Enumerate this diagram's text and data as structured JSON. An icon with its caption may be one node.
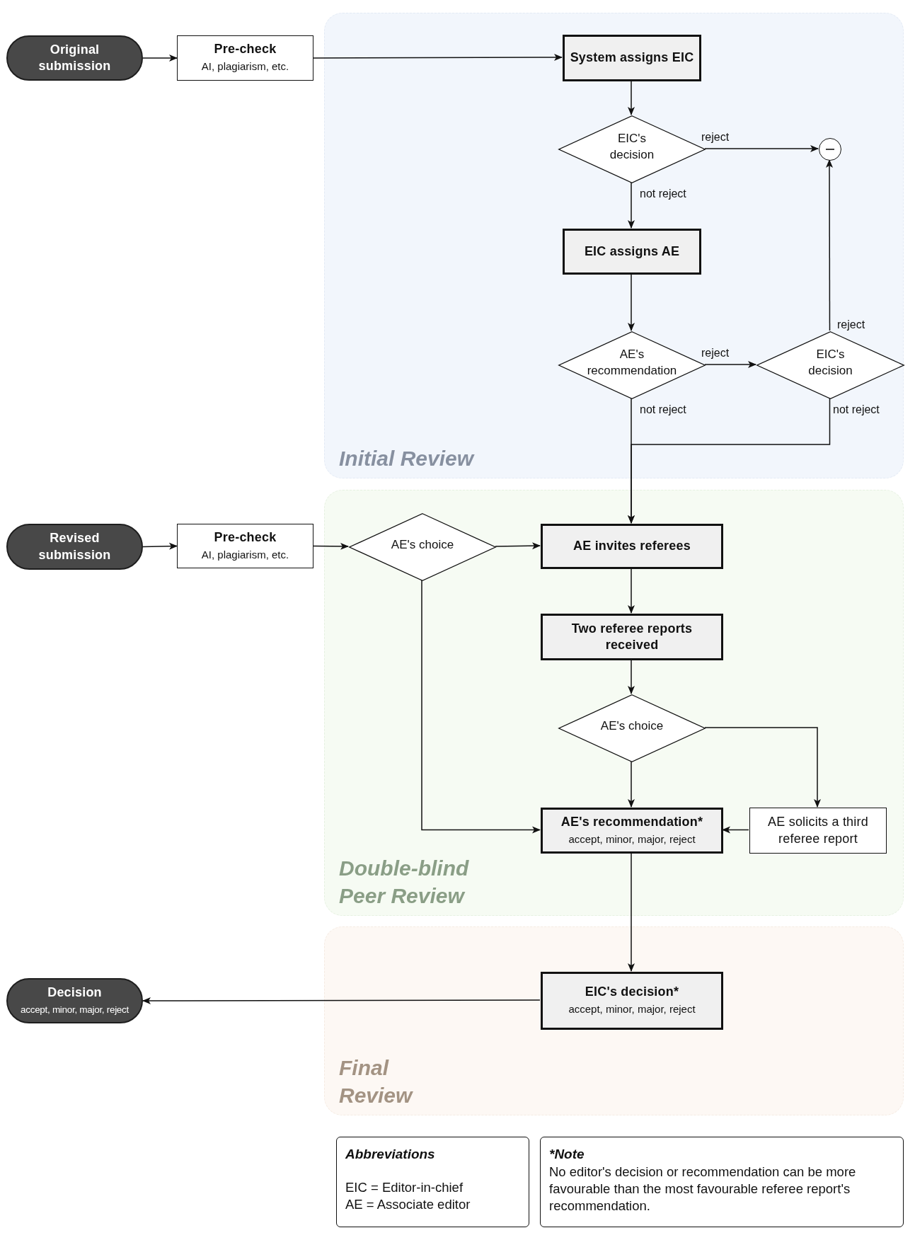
{
  "diagram": {
    "nodes": [
      {
        "text": [
          "Initial Review"
        ]
      },
      {
        "text": [
          "Double-blind Peer Review"
        ]
      },
      {
        "text": [
          "Final Review"
        ]
      },
      {
        "text": [
          "Original submission"
        ]
      },
      {
        "text": [
          "Pre-check",
          "AI, plagiarism, etc."
        ]
      },
      {
        "text": [
          "System assigns EIC"
        ],
        "in": 0
      },
      {
        "text": [
          "EIC's decision"
        ],
        "in": 0
      },
      {
        "text": [],
        "shape": "circle",
        "in": 0
      },
      {
        "text": [
          "EIC assigns AE"
        ],
        "in": 0
      },
      {
        "text": [
          "AE's recommendation"
        ],
        "in": 0
      },
      {
        "text": [
          "EIC's decision"
        ],
        "in": 0
      },
      {
        "text": [
          "Revised submission"
        ]
      },
      {
        "text": [
          "Pre-check",
          "AI, plagiarism, etc."
        ]
      },
      {
        "text": [
          "AE's choice"
        ],
        "in": 1
      },
      {
        "text": [
          "AE invites referees"
        ],
        "in": 1
      },
      {
        "text": [
          "Two referee reports received"
        ],
        "in": 1
      },
      {
        "text": [
          "AE's choice"
        ],
        "in": 1
      },
      {
        "text": [
          "AE's recommendation*",
          "accept, minor, major, reject"
        ],
        "in": 1
      },
      {
        "text": [
          "AE solicits a third referee report"
        ],
        "in": 1
      },
      {
        "text": [
          "EIC's decision*",
          "accept, minor, major, reject"
        ],
        "in": 2
      },
      {
        "text": [
          "Decision",
          "accept, minor, major, reject"
        ]
      },
      {
        "text": [
          "Abbreviations",
          "EIC = Editor-in-chief",
          "AE = Associate editor"
        ]
      },
      {
        "text": [
          "*Note",
          "No editor's decision or recommendation can be more favourable than the most favourable referee report's recommendation."
        ]
      }
    ],
    "edges": [
      {
        "from": 3,
        "to": 4,
        "arrow": "to"
      },
      {
        "from": 4,
        "to": 5,
        "arrow": "to"
      },
      {
        "from": 5,
        "to": 6,
        "arrow": "to"
      },
      {
        "from": 6,
        "to": 7,
        "arrow": "to",
        "label": "reject"
      },
      {
        "from": 6,
        "to": 8,
        "arrow": "to",
        "label": "not reject"
      },
      {
        "from": 8,
        "to": 9,
        "arrow": "to"
      },
      {
        "from": 9,
        "to": 10,
        "arrow": "to",
        "label": "reject"
      },
      {
        "from": 10,
        "to": 7,
        "arrow": "to",
        "label": "reject"
      },
      {
        "from": 9,
        "to": 14,
        "arrow": "to",
        "label": "not reject"
      },
      {
        "from": 10,
        "to": 14,
        "arrow": "to",
        "label": "not reject"
      },
      {
        "from": 11,
        "to": 12,
        "arrow": "to"
      },
      {
        "from": 12,
        "to": 13,
        "arrow": "to"
      },
      {
        "from": 13,
        "to": 14,
        "arrow": "to"
      },
      {
        "from": 13,
        "to": 17,
        "arrow": "to"
      },
      {
        "from": 14,
        "to": 15,
        "arrow": "to"
      },
      {
        "from": 15,
        "to": 16,
        "arrow": "to"
      },
      {
        "from": 16,
        "to": 17,
        "arrow": "to"
      },
      {
        "from": 16,
        "to": 18,
        "arrow": "to"
      },
      {
        "from": 18,
        "to": 17,
        "arrow": "to"
      },
      {
        "from": 17,
        "to": 19,
        "arrow": "to"
      },
      {
        "from": 19,
        "to": 20,
        "arrow": "to"
      }
    ]
  }
}
